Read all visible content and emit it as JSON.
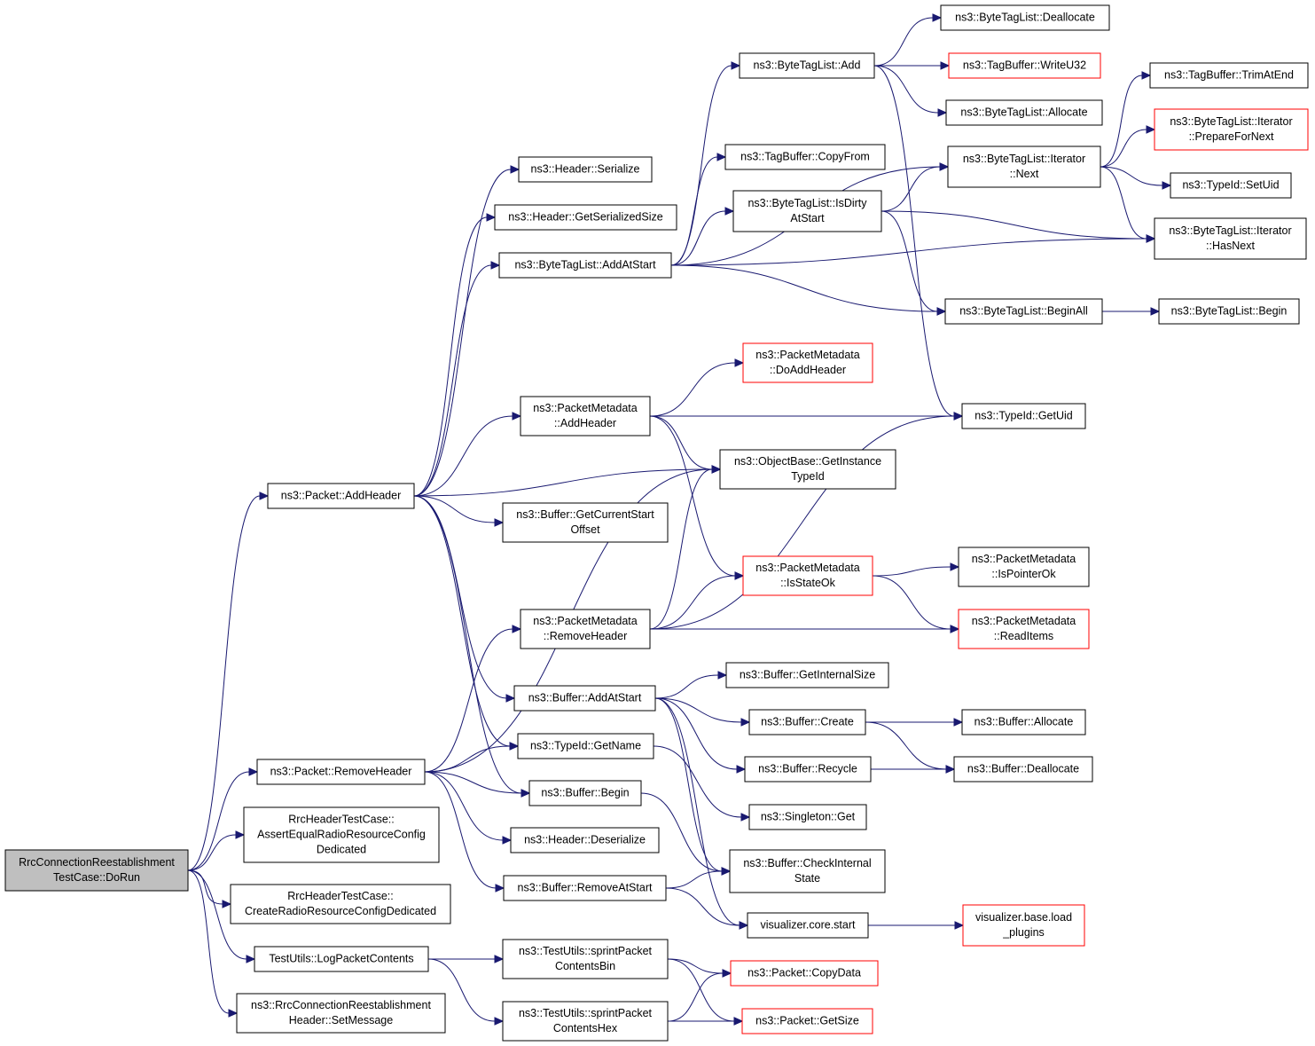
{
  "nodes": [
    {
      "id": "root",
      "lines": [
        "RrcConnectionReestablishment",
        "TestCase::DoRun"
      ],
      "root": true
    },
    {
      "id": "pktAddHeader",
      "lines": [
        "ns3::Packet::AddHeader"
      ]
    },
    {
      "id": "pktRemoveHeader",
      "lines": [
        "ns3::Packet::RemoveHeader"
      ]
    },
    {
      "id": "assertEqual",
      "lines": [
        "RrcHeaderTestCase::",
        "AssertEqualRadioResourceConfig",
        "Dedicated"
      ]
    },
    {
      "id": "createRadio",
      "lines": [
        "RrcHeaderTestCase::",
        "CreateRadioResourceConfigDedicated"
      ]
    },
    {
      "id": "logPacket",
      "lines": [
        "TestUtils::LogPacketContents"
      ]
    },
    {
      "id": "setMessage",
      "lines": [
        "ns3::RrcConnectionReestablishment",
        "Header::SetMessage"
      ]
    },
    {
      "id": "hdrSerialize",
      "lines": [
        "ns3::Header::Serialize"
      ]
    },
    {
      "id": "hdrGetSerSize",
      "lines": [
        "ns3::Header::GetSerializedSize"
      ]
    },
    {
      "id": "btlAddAtStart",
      "lines": [
        "ns3::ByteTagList::AddAtStart"
      ]
    },
    {
      "id": "pmAddHeader",
      "lines": [
        "ns3::PacketMetadata",
        "::AddHeader"
      ]
    },
    {
      "id": "bufGetCurStart",
      "lines": [
        "ns3::Buffer::GetCurrentStart",
        "Offset"
      ]
    },
    {
      "id": "pmRemoveHeader",
      "lines": [
        "ns3::PacketMetadata",
        "::RemoveHeader"
      ]
    },
    {
      "id": "bufAddAtStart",
      "lines": [
        "ns3::Buffer::AddAtStart"
      ]
    },
    {
      "id": "tidGetName",
      "lines": [
        "ns3::TypeId::GetName"
      ]
    },
    {
      "id": "bufBegin",
      "lines": [
        "ns3::Buffer::Begin"
      ]
    },
    {
      "id": "hdrDeserialize",
      "lines": [
        "ns3::Header::Deserialize"
      ]
    },
    {
      "id": "bufRemoveAtStart",
      "lines": [
        "ns3::Buffer::RemoveAtStart"
      ]
    },
    {
      "id": "sprintBin",
      "lines": [
        "ns3::TestUtils::sprintPacket",
        "ContentsBin"
      ]
    },
    {
      "id": "sprintHex",
      "lines": [
        "ns3::TestUtils::sprintPacket",
        "ContentsHex"
      ]
    },
    {
      "id": "btlAdd",
      "lines": [
        "ns3::ByteTagList::Add"
      ]
    },
    {
      "id": "tbCopyFrom",
      "lines": [
        "ns3::TagBuffer::CopyFrom"
      ]
    },
    {
      "id": "btlIsDirty",
      "lines": [
        "ns3::ByteTagList::IsDirty",
        "AtStart"
      ]
    },
    {
      "id": "pmDoAddHeader",
      "lines": [
        "ns3::PacketMetadata",
        "::DoAddHeader"
      ],
      "red": true
    },
    {
      "id": "obGetInstTid",
      "lines": [
        "ns3::ObjectBase::GetInstance",
        "TypeId"
      ]
    },
    {
      "id": "pmIsStateOk",
      "lines": [
        "ns3::PacketMetadata",
        "::IsStateOk"
      ],
      "red": true
    },
    {
      "id": "bufGetIntSize",
      "lines": [
        "ns3::Buffer::GetInternalSize"
      ]
    },
    {
      "id": "bufCreate",
      "lines": [
        "ns3::Buffer::Create"
      ]
    },
    {
      "id": "bufRecycle",
      "lines": [
        "ns3::Buffer::Recycle"
      ]
    },
    {
      "id": "singletonGet",
      "lines": [
        "ns3::Singleton::Get"
      ]
    },
    {
      "id": "bufCheckInt",
      "lines": [
        "ns3::Buffer::CheckInternal",
        "State"
      ]
    },
    {
      "id": "vizStart",
      "lines": [
        "visualizer.core.start"
      ]
    },
    {
      "id": "pktCopyData",
      "lines": [
        "ns3::Packet::CopyData"
      ],
      "red": true
    },
    {
      "id": "pktGetSize",
      "lines": [
        "ns3::Packet::GetSize"
      ],
      "red": true
    },
    {
      "id": "btlDealloc",
      "lines": [
        "ns3::ByteTagList::Deallocate"
      ]
    },
    {
      "id": "tbWriteU32",
      "lines": [
        "ns3::TagBuffer::WriteU32"
      ],
      "red": true
    },
    {
      "id": "btlAllocate",
      "lines": [
        "ns3::ByteTagList::Allocate"
      ]
    },
    {
      "id": "btlItNext",
      "lines": [
        "ns3::ByteTagList::Iterator",
        "::Next"
      ]
    },
    {
      "id": "btlBeginAll",
      "lines": [
        "ns3::ByteTagList::BeginAll"
      ]
    },
    {
      "id": "tidGetUid",
      "lines": [
        "ns3::TypeId::GetUid"
      ]
    },
    {
      "id": "pmIsPointerOk",
      "lines": [
        "ns3::PacketMetadata",
        "::IsPointerOk"
      ]
    },
    {
      "id": "pmReadItems",
      "lines": [
        "ns3::PacketMetadata",
        "::ReadItems"
      ],
      "red": true
    },
    {
      "id": "bufAllocate",
      "lines": [
        "ns3::Buffer::Allocate"
      ]
    },
    {
      "id": "bufDealloc",
      "lines": [
        "ns3::Buffer::Deallocate"
      ]
    },
    {
      "id": "vizLoadPlugins",
      "lines": [
        "visualizer.base.load",
        "_plugins"
      ],
      "red": true
    },
    {
      "id": "tbTrimAtEnd",
      "lines": [
        "ns3::TagBuffer::TrimAtEnd"
      ]
    },
    {
      "id": "btlItPrepare",
      "lines": [
        "ns3::ByteTagList::Iterator",
        "::PrepareForNext"
      ],
      "red": true
    },
    {
      "id": "tidSetUid",
      "lines": [
        "ns3::TypeId::SetUid"
      ]
    },
    {
      "id": "btlItHasNext",
      "lines": [
        "ns3::ByteTagList::Iterator",
        "::HasNext"
      ]
    },
    {
      "id": "btlBegin",
      "lines": [
        "ns3::ByteTagList::Begin"
      ]
    }
  ],
  "edges": [
    [
      "root",
      "pktAddHeader"
    ],
    [
      "root",
      "pktRemoveHeader"
    ],
    [
      "root",
      "assertEqual"
    ],
    [
      "root",
      "createRadio"
    ],
    [
      "root",
      "logPacket"
    ],
    [
      "root",
      "setMessage"
    ],
    [
      "pktAddHeader",
      "hdrSerialize"
    ],
    [
      "pktAddHeader",
      "hdrGetSerSize"
    ],
    [
      "pktAddHeader",
      "btlAddAtStart"
    ],
    [
      "pktAddHeader",
      "pmAddHeader"
    ],
    [
      "pktAddHeader",
      "obGetInstTid"
    ],
    [
      "pktAddHeader",
      "bufGetCurStart"
    ],
    [
      "pktAddHeader",
      "bufAddAtStart"
    ],
    [
      "pktAddHeader",
      "tidGetName"
    ],
    [
      "pktAddHeader",
      "bufBegin"
    ],
    [
      "pktRemoveHeader",
      "obGetInstTid"
    ],
    [
      "pktRemoveHeader",
      "pmRemoveHeader"
    ],
    [
      "pktRemoveHeader",
      "tidGetName"
    ],
    [
      "pktRemoveHeader",
      "bufBegin"
    ],
    [
      "pktRemoveHeader",
      "hdrDeserialize"
    ],
    [
      "pktRemoveHeader",
      "bufRemoveAtStart"
    ],
    [
      "logPacket",
      "sprintBin"
    ],
    [
      "logPacket",
      "sprintHex"
    ],
    [
      "btlAddAtStart",
      "btlAdd"
    ],
    [
      "btlAddAtStart",
      "tbCopyFrom"
    ],
    [
      "btlAddAtStart",
      "btlIsDirty"
    ],
    [
      "btlAddAtStart",
      "btlItNext"
    ],
    [
      "btlAddAtStart",
      "btlItHasNext"
    ],
    [
      "btlAddAtStart",
      "btlBeginAll"
    ],
    [
      "pmAddHeader",
      "pmDoAddHeader"
    ],
    [
      "pmAddHeader",
      "tidGetUid"
    ],
    [
      "pmAddHeader",
      "obGetInstTid"
    ],
    [
      "pmAddHeader",
      "pmIsStateOk"
    ],
    [
      "pmRemoveHeader",
      "obGetInstTid"
    ],
    [
      "pmRemoveHeader",
      "tidGetUid"
    ],
    [
      "pmRemoveHeader",
      "pmIsStateOk"
    ],
    [
      "pmRemoveHeader",
      "pmReadItems"
    ],
    [
      "bufAddAtStart",
      "bufGetIntSize"
    ],
    [
      "bufAddAtStart",
      "bufCreate"
    ],
    [
      "bufAddAtStart",
      "bufRecycle"
    ],
    [
      "bufAddAtStart",
      "bufCheckInt"
    ],
    [
      "bufAddAtStart",
      "vizStart"
    ],
    [
      "tidGetName",
      "singletonGet"
    ],
    [
      "bufBegin",
      "bufCheckInt"
    ],
    [
      "bufRemoveAtStart",
      "bufCheckInt"
    ],
    [
      "bufRemoveAtStart",
      "vizStart"
    ],
    [
      "sprintBin",
      "pktCopyData"
    ],
    [
      "sprintBin",
      "pktGetSize"
    ],
    [
      "sprintHex",
      "pktCopyData"
    ],
    [
      "sprintHex",
      "pktGetSize"
    ],
    [
      "btlAdd",
      "btlDealloc"
    ],
    [
      "btlAdd",
      "tbWriteU32"
    ],
    [
      "btlAdd",
      "btlAllocate"
    ],
    [
      "btlAdd",
      "tidGetUid"
    ],
    [
      "btlIsDirty",
      "btlItNext"
    ],
    [
      "btlIsDirty",
      "btlItHasNext"
    ],
    [
      "btlIsDirty",
      "btlBeginAll"
    ],
    [
      "btlItNext",
      "tbTrimAtEnd"
    ],
    [
      "btlItNext",
      "btlItPrepare"
    ],
    [
      "btlItNext",
      "tidSetUid"
    ],
    [
      "btlItNext",
      "btlItHasNext"
    ],
    [
      "btlBeginAll",
      "btlBegin"
    ],
    [
      "pmIsStateOk",
      "pmIsPointerOk"
    ],
    [
      "pmIsStateOk",
      "pmReadItems"
    ],
    [
      "bufCreate",
      "bufAllocate"
    ],
    [
      "bufCreate",
      "bufDealloc"
    ],
    [
      "bufRecycle",
      "bufDealloc"
    ],
    [
      "vizStart",
      "vizLoadPlugins"
    ]
  ],
  "colors": {
    "edge": "#191970",
    "rootFill": "#bfbfbf",
    "redBorder": "#ff0000"
  }
}
